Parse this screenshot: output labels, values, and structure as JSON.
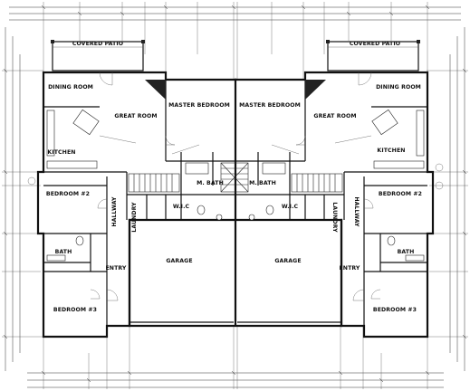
{
  "rooms": {
    "covered_patio_left": "COVERED PATIO",
    "covered_patio_right": "COVERED PATIO",
    "dining_left": "DINING ROOM",
    "dining_right": "DINING ROOM",
    "great_left": "GREAT ROOM",
    "great_right": "GREAT ROOM",
    "master_left": "MASTER BEDROOM",
    "master_right": "MASTER BEDROOM",
    "kitchen_left": "KITCHEN",
    "kitchen_right": "KITCHEN",
    "mbath_left": "M. BATH",
    "mbath_right": "M. BATH",
    "bedroom2_left": "BEDROOM #2",
    "bedroom2_right": "BEDROOM #2",
    "hallway_left": "HALLWAY",
    "hallway_right": "HALLWAY",
    "wic_left": "W.I.C",
    "wic_right": "W.I.C",
    "laundry_left": "LAUNDRY",
    "laundry_right": "LAUNDRY",
    "bath_left": "BATH",
    "bath_right": "BATH",
    "garage_left": "GARAGE",
    "garage_right": "GARAGE",
    "entry_left": "ENTRY",
    "entry_right": "ENTRY",
    "bedroom3_left": "BEDROOM #3",
    "bedroom3_right": "BEDROOM #3"
  }
}
